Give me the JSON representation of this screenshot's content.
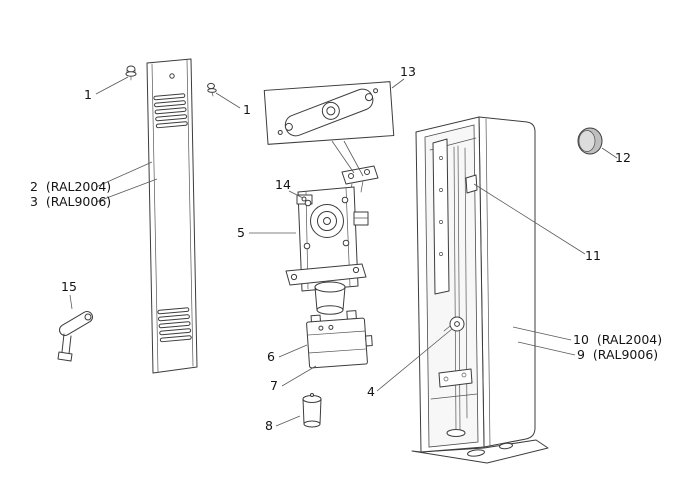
{
  "colors": {
    "line": "#3c3c3c",
    "background": "#ffffff",
    "cap_fill": "#bfbfbf"
  },
  "labels": {
    "n1a": "1",
    "n1b": "1",
    "n2": "2  (RAL2004)",
    "n3": "3  (RAL9006)",
    "n4": "4",
    "n5": "5",
    "n6": "6",
    "n7": "7",
    "n8": "8",
    "n9": "9  (RAL9006)",
    "n10": "10  (RAL2004)",
    "n11": "11",
    "n12": "12",
    "n13": "13",
    "n14": "14",
    "n15": "15"
  }
}
